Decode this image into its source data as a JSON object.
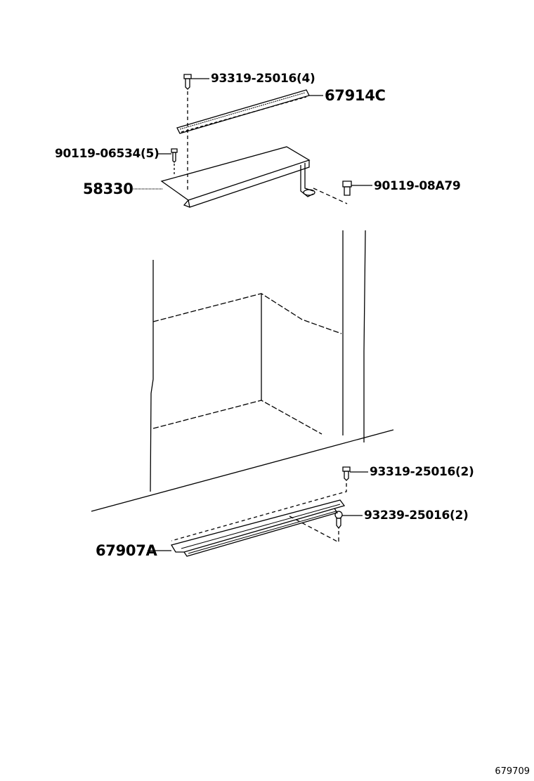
{
  "diagram": {
    "figure_id": "679709",
    "parts": [
      {
        "id": "p1",
        "part_no": "93319-25016(4)",
        "desc": "screw (top)"
      },
      {
        "id": "p2",
        "part_no": "67914C",
        "desc": "scuff plate strip (upper)"
      },
      {
        "id": "p3",
        "part_no": "90119-06534(5)",
        "desc": "screw"
      },
      {
        "id": "p4",
        "part_no": "58330",
        "desc": "step bracket plate"
      },
      {
        "id": "p5",
        "part_no": "90119-08A79",
        "desc": "bolt"
      },
      {
        "id": "p6",
        "part_no": "93319-25016(2)",
        "desc": "screw (lower)"
      },
      {
        "id": "p7",
        "part_no": "93239-25016(2)",
        "desc": "tapping screw"
      },
      {
        "id": "p8",
        "part_no": "67907A",
        "desc": "scuff plate (lower)"
      }
    ]
  }
}
